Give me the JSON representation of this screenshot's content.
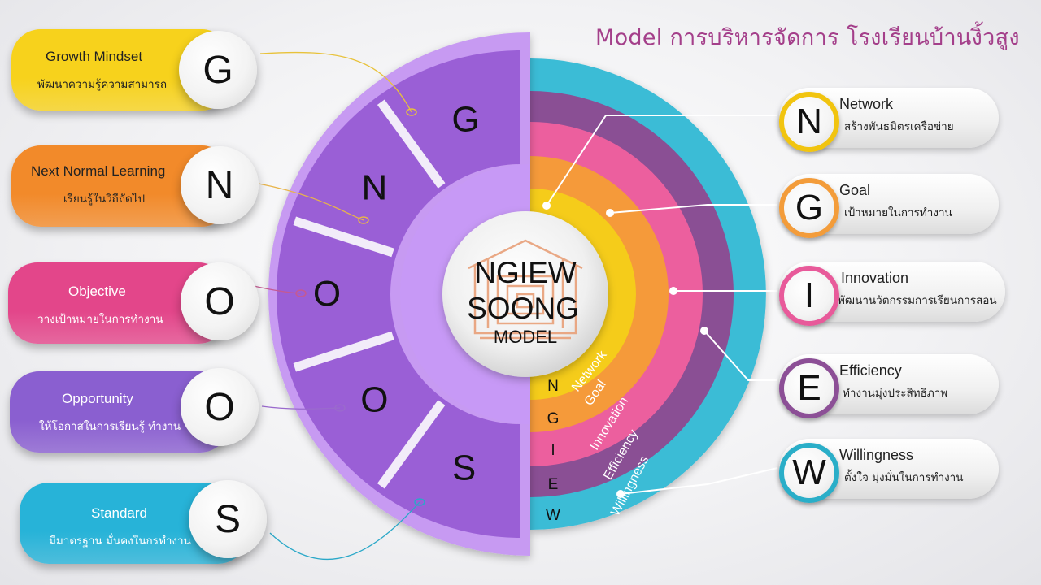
{
  "title": "Model การบริหารจัดการ  โรงเรียนบ้านงิ้วสูง",
  "center": {
    "line1": "NGIEW",
    "line2": "SOONG",
    "line3": "MODEL"
  },
  "left_items": [
    {
      "letter": "G",
      "name": "Growth Mindset",
      "desc": "พัฒนาความรู้ความสามารถ",
      "color": "#f7d21c"
    },
    {
      "letter": "N",
      "name": "Next Normal Learning",
      "desc": "เรียนรู้ในวิถีถัดไป",
      "color": "#f28a2a"
    },
    {
      "letter": "O",
      "name": "Objective",
      "desc": "วางเป้าหมายในการทำงาน",
      "color": "#e3468a"
    },
    {
      "letter": "O",
      "name": "Opportunity",
      "desc": "ให้โอกาสในการเรียนรู้ ทำงาน",
      "color": "#8a5fd0"
    },
    {
      "letter": "S",
      "name": "Standard",
      "desc": "มีมาตรฐาน มั่นคงในกรทำงาน",
      "color": "#27b3d8"
    }
  ],
  "right_items": [
    {
      "letter": "N",
      "name": "Network",
      "desc": "สร้างพันธมิตรเครือข่าย",
      "color": "#f1c40f"
    },
    {
      "letter": "G",
      "name": "Goal",
      "desc": "เป้าหมายในการทำงาน",
      "color": "#f39c3a"
    },
    {
      "letter": "I",
      "name": "Innovation",
      "desc": "พัฒนานวัตกรรมการเรียนการสอน",
      "color": "#e85a9a"
    },
    {
      "letter": "E",
      "name": "Efficiency",
      "desc": "ทำงานมุ่งประสิทธิภาพ",
      "color": "#8c4f96"
    },
    {
      "letter": "W",
      "name": "Willingness",
      "desc": "ตั้งใจ มุ่งมั่นในการทำงาน",
      "color": "#2aaec8"
    }
  ],
  "fan_letters": [
    "G",
    "N",
    "O",
    "O",
    "S"
  ],
  "rings": [
    {
      "label": "Willingness",
      "letter": "W",
      "color": "#3bbcd6"
    },
    {
      "label": "Efficiency",
      "letter": "E",
      "color": "#8a4f94"
    },
    {
      "label": "Innovation",
      "letter": "I",
      "color": "#ec5f9e"
    },
    {
      "label": "Goal",
      "letter": "G",
      "color": "#f59a3a"
    },
    {
      "label": "Network",
      "letter": "N",
      "color": "#f5cc1a"
    }
  ]
}
